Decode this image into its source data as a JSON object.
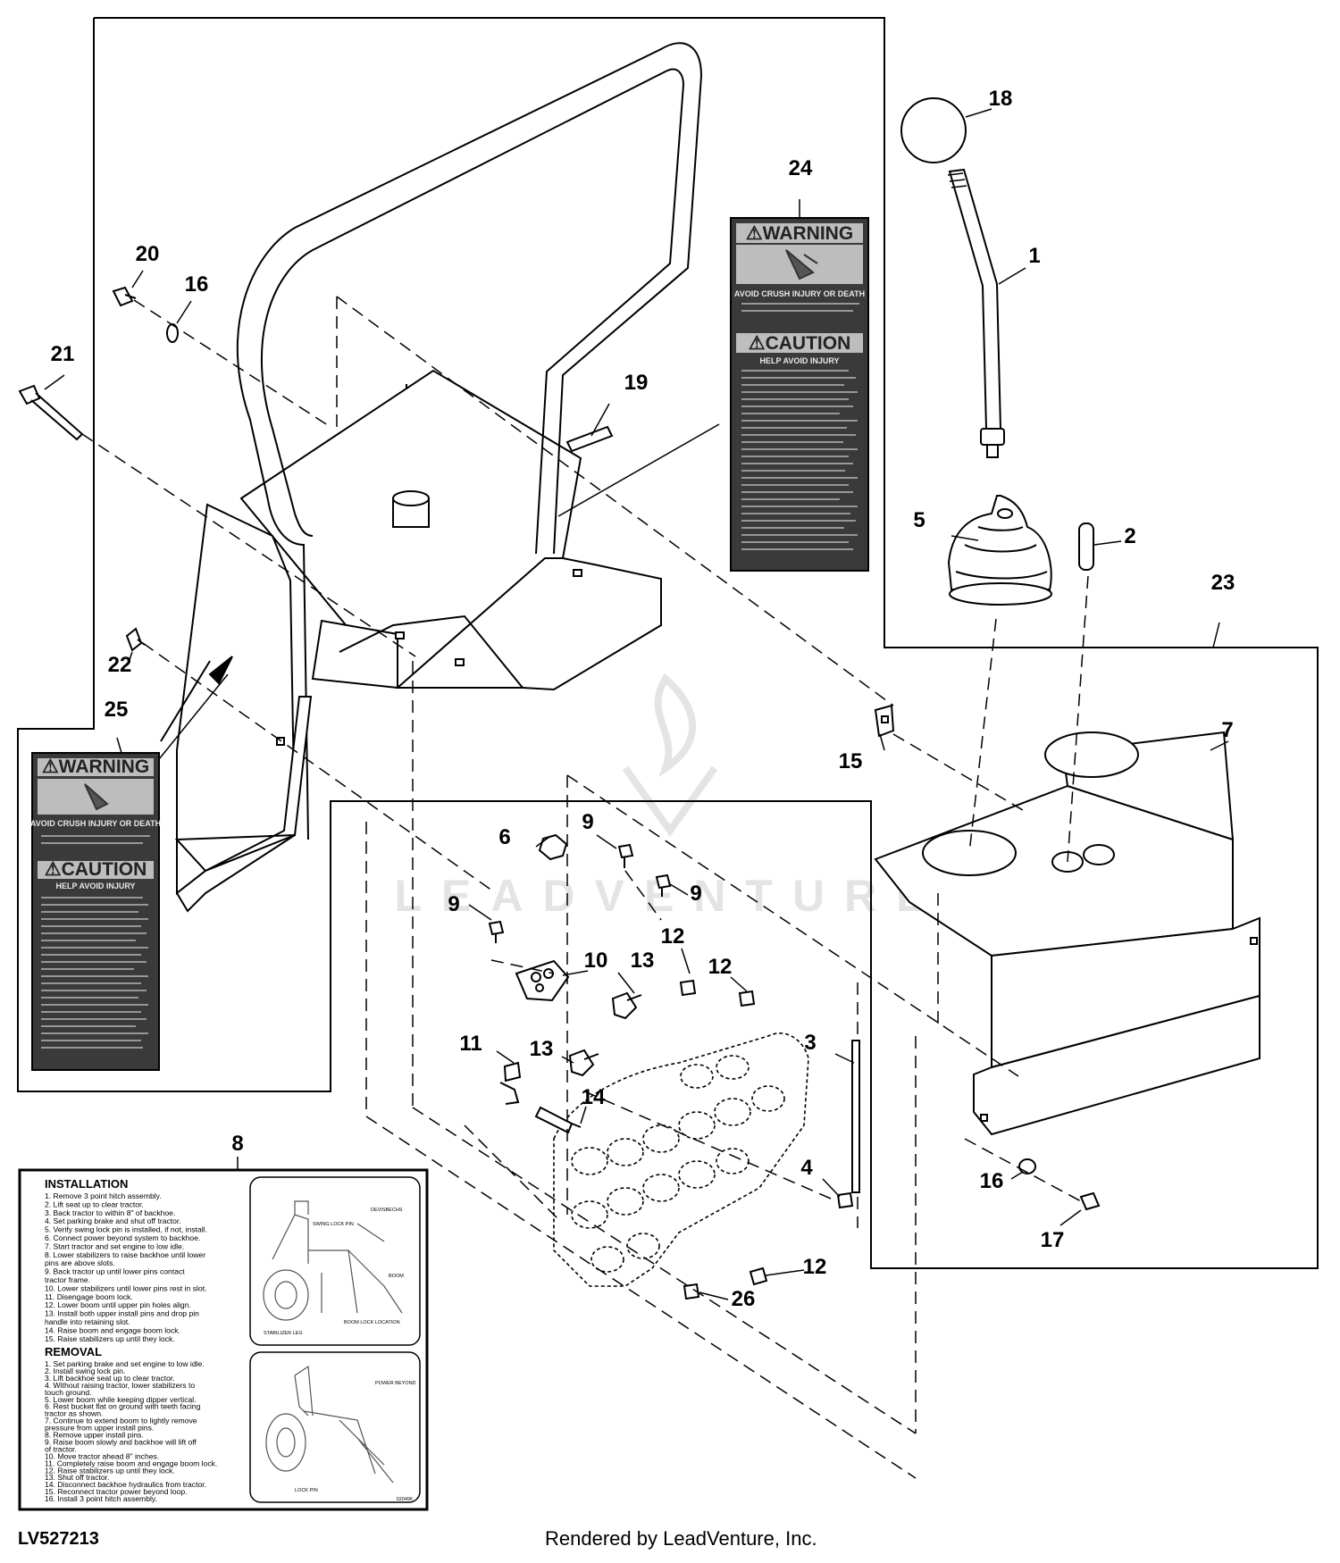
{
  "diagram": {
    "document_id": "LV527213",
    "credit": "Rendered by LeadVenture, Inc.",
    "watermark": "LEADVENTURE",
    "callouts": [
      {
        "id": "c1",
        "label": "1"
      },
      {
        "id": "c2",
        "label": "2"
      },
      {
        "id": "c3",
        "label": "3"
      },
      {
        "id": "c4",
        "label": "4"
      },
      {
        "id": "c5",
        "label": "5"
      },
      {
        "id": "c6",
        "label": "6"
      },
      {
        "id": "c7",
        "label": "7"
      },
      {
        "id": "c8",
        "label": "8"
      },
      {
        "id": "c9a",
        "label": "9"
      },
      {
        "id": "c9b",
        "label": "9"
      },
      {
        "id": "c9c",
        "label": "9"
      },
      {
        "id": "c10",
        "label": "10"
      },
      {
        "id": "c11",
        "label": "11"
      },
      {
        "id": "c12a",
        "label": "12"
      },
      {
        "id": "c12b",
        "label": "12"
      },
      {
        "id": "c12c",
        "label": "12"
      },
      {
        "id": "c13a",
        "label": "13"
      },
      {
        "id": "c13b",
        "label": "13"
      },
      {
        "id": "c14",
        "label": "14"
      },
      {
        "id": "c15",
        "label": "15"
      },
      {
        "id": "c16a",
        "label": "16"
      },
      {
        "id": "c16b",
        "label": "16"
      },
      {
        "id": "c17",
        "label": "17"
      },
      {
        "id": "c18",
        "label": "18"
      },
      {
        "id": "c19",
        "label": "19"
      },
      {
        "id": "c20",
        "label": "20"
      },
      {
        "id": "c21",
        "label": "21"
      },
      {
        "id": "c22",
        "label": "22"
      },
      {
        "id": "c23",
        "label": "23"
      },
      {
        "id": "c24",
        "label": "24"
      },
      {
        "id": "c25",
        "label": "25"
      },
      {
        "id": "c26",
        "label": "26"
      }
    ],
    "decal_24": {
      "warning": "⚠WARNING",
      "warning_sub": "AVOID CRUSH INJURY OR DEATH",
      "caution": "⚠CAUTION",
      "caution_sub": "HELP AVOID INJURY"
    },
    "decal_25": {
      "warning": "⚠WARNING",
      "warning_sub": "AVOID CRUSH INJURY OR DEATH",
      "caution": "⚠CAUTION",
      "caution_sub": "HELP AVOID INJURY"
    },
    "instruction_decal": {
      "installation_title": "INSTALLATION",
      "installation_steps": [
        "1. Remove 3 point hitch assembly.",
        "2. Lift seat up to clear tractor.",
        "3. Back tractor to within 8\" of backhoe.",
        "4. Set parking brake and shut off tractor.",
        "5. Verify swing lock pin is installed, if not, install.",
        "6. Connect power beyond system to backhoe.",
        "7. Start tractor and set engine to low idle.",
        "8. Lower stabilizers to raise backhoe until lower",
        "   pins are above slots.",
        "9. Back tractor up until lower pins contact",
        "   tractor frame.",
        "10. Lower stabilizers until lower pins rest in slot.",
        "11. Disengage boom lock.",
        "12. Lower boom until upper pin holes align.",
        "13. Install both upper install pins and drop pin",
        "    handle into retaining slot.",
        "14. Raise boom and engage boom lock.",
        "15. Raise stabilizers up until they lock."
      ],
      "removal_title": "REMOVAL",
      "removal_steps": [
        "1. Set parking brake and set engine to low idle.",
        "2. Install swing lock pin.",
        "3. Lift backhoe seat up to clear tractor.",
        "4. Without raising tractor, lower stabilizers to",
        "   touch ground.",
        "5. Lower boom while keeping dipper vertical.",
        "6. Rest bucket flat on ground with teeth facing",
        "   tractor as shown.",
        "7. Continue to extend boom to lightly remove",
        "   pressure from upper install pins.",
        "8. Remove upper install pins.",
        "9. Raise boom slowly and backhoe will lift off",
        "   of tractor.",
        "10. Move tractor ahead 8\" inches.",
        "11. Completely raise boom and engage boom lock.",
        "12. Raise stabilizers up until they lock.",
        "13. Shut off tractor.",
        "14. Disconnect backhoe hydraulics from tractor.",
        "15. Reconnect tractor power beyond loop.",
        "16. Install 3 point hitch assembly."
      ],
      "pic1_labels": [
        "SWING LOCK PIN",
        "DEVISBECHS",
        "BOOM",
        "STABILIZER LEG",
        "BOOM LOCK LOCATION"
      ],
      "pic2_labels": [
        "POWER BEYOND",
        "LOCK PIN"
      ],
      "code": "020496"
    }
  }
}
